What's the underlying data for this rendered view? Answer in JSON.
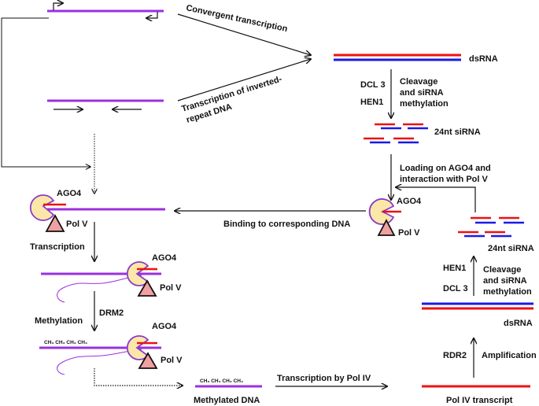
{
  "labels": {
    "convergent": "Convergent  transcription",
    "inverted_1": "Transcription of inverted-",
    "inverted_2": "repeat DNA",
    "dsrna_top": "dsRNA",
    "dcl3_top": "DCL 3",
    "hen1_top": "HEN1",
    "cleavage_top_1": "Cleavage",
    "cleavage_top_2": "and siRNA",
    "cleavage_top_3": "methylation",
    "sirna_24_top": "24nt siRNA",
    "loading_1": "Loading on AGO4 and",
    "loading_2": "interaction with Pol V",
    "ago4_right": "AGO4",
    "polv_right": "Pol V",
    "binding": "Binding to corresponding DNA",
    "ago4_left_1": "AGO4",
    "polv_left_1": "Pol V",
    "transcription": "Transcription",
    "ago4_left_2": "AGO4",
    "polv_left_2": "Pol V",
    "methylation": "Methylation",
    "drm2": "DRM2",
    "ago4_left_3": "AGO4",
    "polv_left_3": "Pol V",
    "ch3_row": "CH₃ CH₃ CH₃ CH₃",
    "ch3_methylated": "CH₃ CH₃ CH₃ CH₃",
    "methylated_dna": "Methylated DNA",
    "transcription_pol4": "Transcription by Pol IV",
    "pol4_transcript": "Pol IV transcript",
    "rdr2": "RDR2",
    "amplification": "Amplification",
    "dsrna_bottom": "dsRNA",
    "dcl3_bottom": "DCL 3",
    "hen1_bottom": "HEN1",
    "cleavage_bottom_1": "Cleavage",
    "cleavage_bottom_2": "and siRNA",
    "cleavage_bottom_3": "methylation",
    "sirna_24_bottom": "24nt siRNA"
  },
  "colors": {
    "dna": "#9b30e0",
    "rna_red": "#ee1111",
    "rna_blue": "#1a1ae6",
    "ago4_fill": "#fbe8a8",
    "ago4_stroke": "#8a3cc8",
    "polv_fill": "#f0a0a0"
  }
}
